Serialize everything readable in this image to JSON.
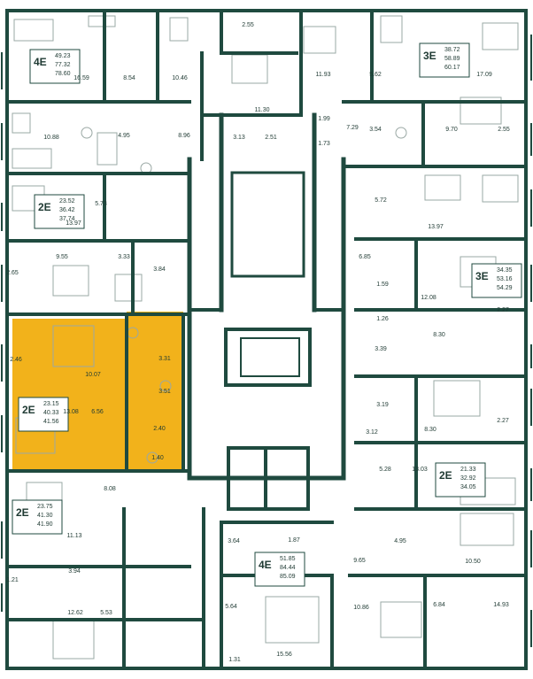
{
  "colors": {
    "wall": "#1f4a3f",
    "highlight": "#f2b21b",
    "furniture": "#9aa8a4",
    "background": "#ffffff",
    "text": "#1f3a33"
  },
  "apartments": [
    {
      "id": "apt-4e-top-left",
      "type": "4E",
      "areas": [
        "49.23",
        "77.32",
        "78.60"
      ]
    },
    {
      "id": "apt-3e-top-right",
      "type": "3E",
      "areas": [
        "38.72",
        "58.89",
        "60.17"
      ]
    },
    {
      "id": "apt-2e-left-upper",
      "type": "2E",
      "areas": [
        "23.52",
        "36.42",
        "37.74"
      ]
    },
    {
      "id": "apt-3e-right-middle",
      "type": "3E",
      "areas": [
        "34.35",
        "53.16",
        "54.29"
      ]
    },
    {
      "id": "apt-2e-highlighted",
      "type": "2E",
      "areas": [
        "23.15",
        "40.33",
        "41.56"
      ]
    },
    {
      "id": "apt-2e-right-lower",
      "type": "2E",
      "areas": [
        "21.33",
        "32.92",
        "34.05"
      ]
    },
    {
      "id": "apt-2e-left-lower",
      "type": "2E",
      "areas": [
        "23.75",
        "41.30",
        "41.90"
      ]
    },
    {
      "id": "apt-4e-bottom",
      "type": "4E",
      "areas": [
        "51.85",
        "84.44",
        "85.09"
      ]
    }
  ],
  "room_areas": [
    "16.59",
    "8.54",
    "10.46",
    "2.55",
    "11.93",
    "5.62",
    "17.09",
    "10.88",
    "4.95",
    "8.96",
    "11.30",
    "3.13",
    "2.51",
    "1.99",
    "7.29",
    "1.73",
    "3.54",
    "9.70",
    "2.55",
    "5.73",
    "13.97",
    "5.72",
    "13.97",
    "2.65",
    "9.55",
    "3.33",
    "3.84",
    "6.85",
    "1.59",
    "12.08",
    "1.26",
    "2.27",
    "2.46",
    "10.07",
    "3.31",
    "3.39",
    "8.30",
    "3.51",
    "3.19",
    "2.27",
    "8.30",
    "13.08",
    "6.56",
    "2.40",
    "3.12",
    "1.40",
    "5.28",
    "13.03",
    "8.08",
    "11.13",
    "3.64",
    "1.87",
    "4.95",
    "1.21",
    "3.94",
    "9.65",
    "10.50",
    "12.62",
    "5.53",
    "5.64",
    "10.86",
    "6.84",
    "14.93",
    "1.31",
    "15.56"
  ]
}
